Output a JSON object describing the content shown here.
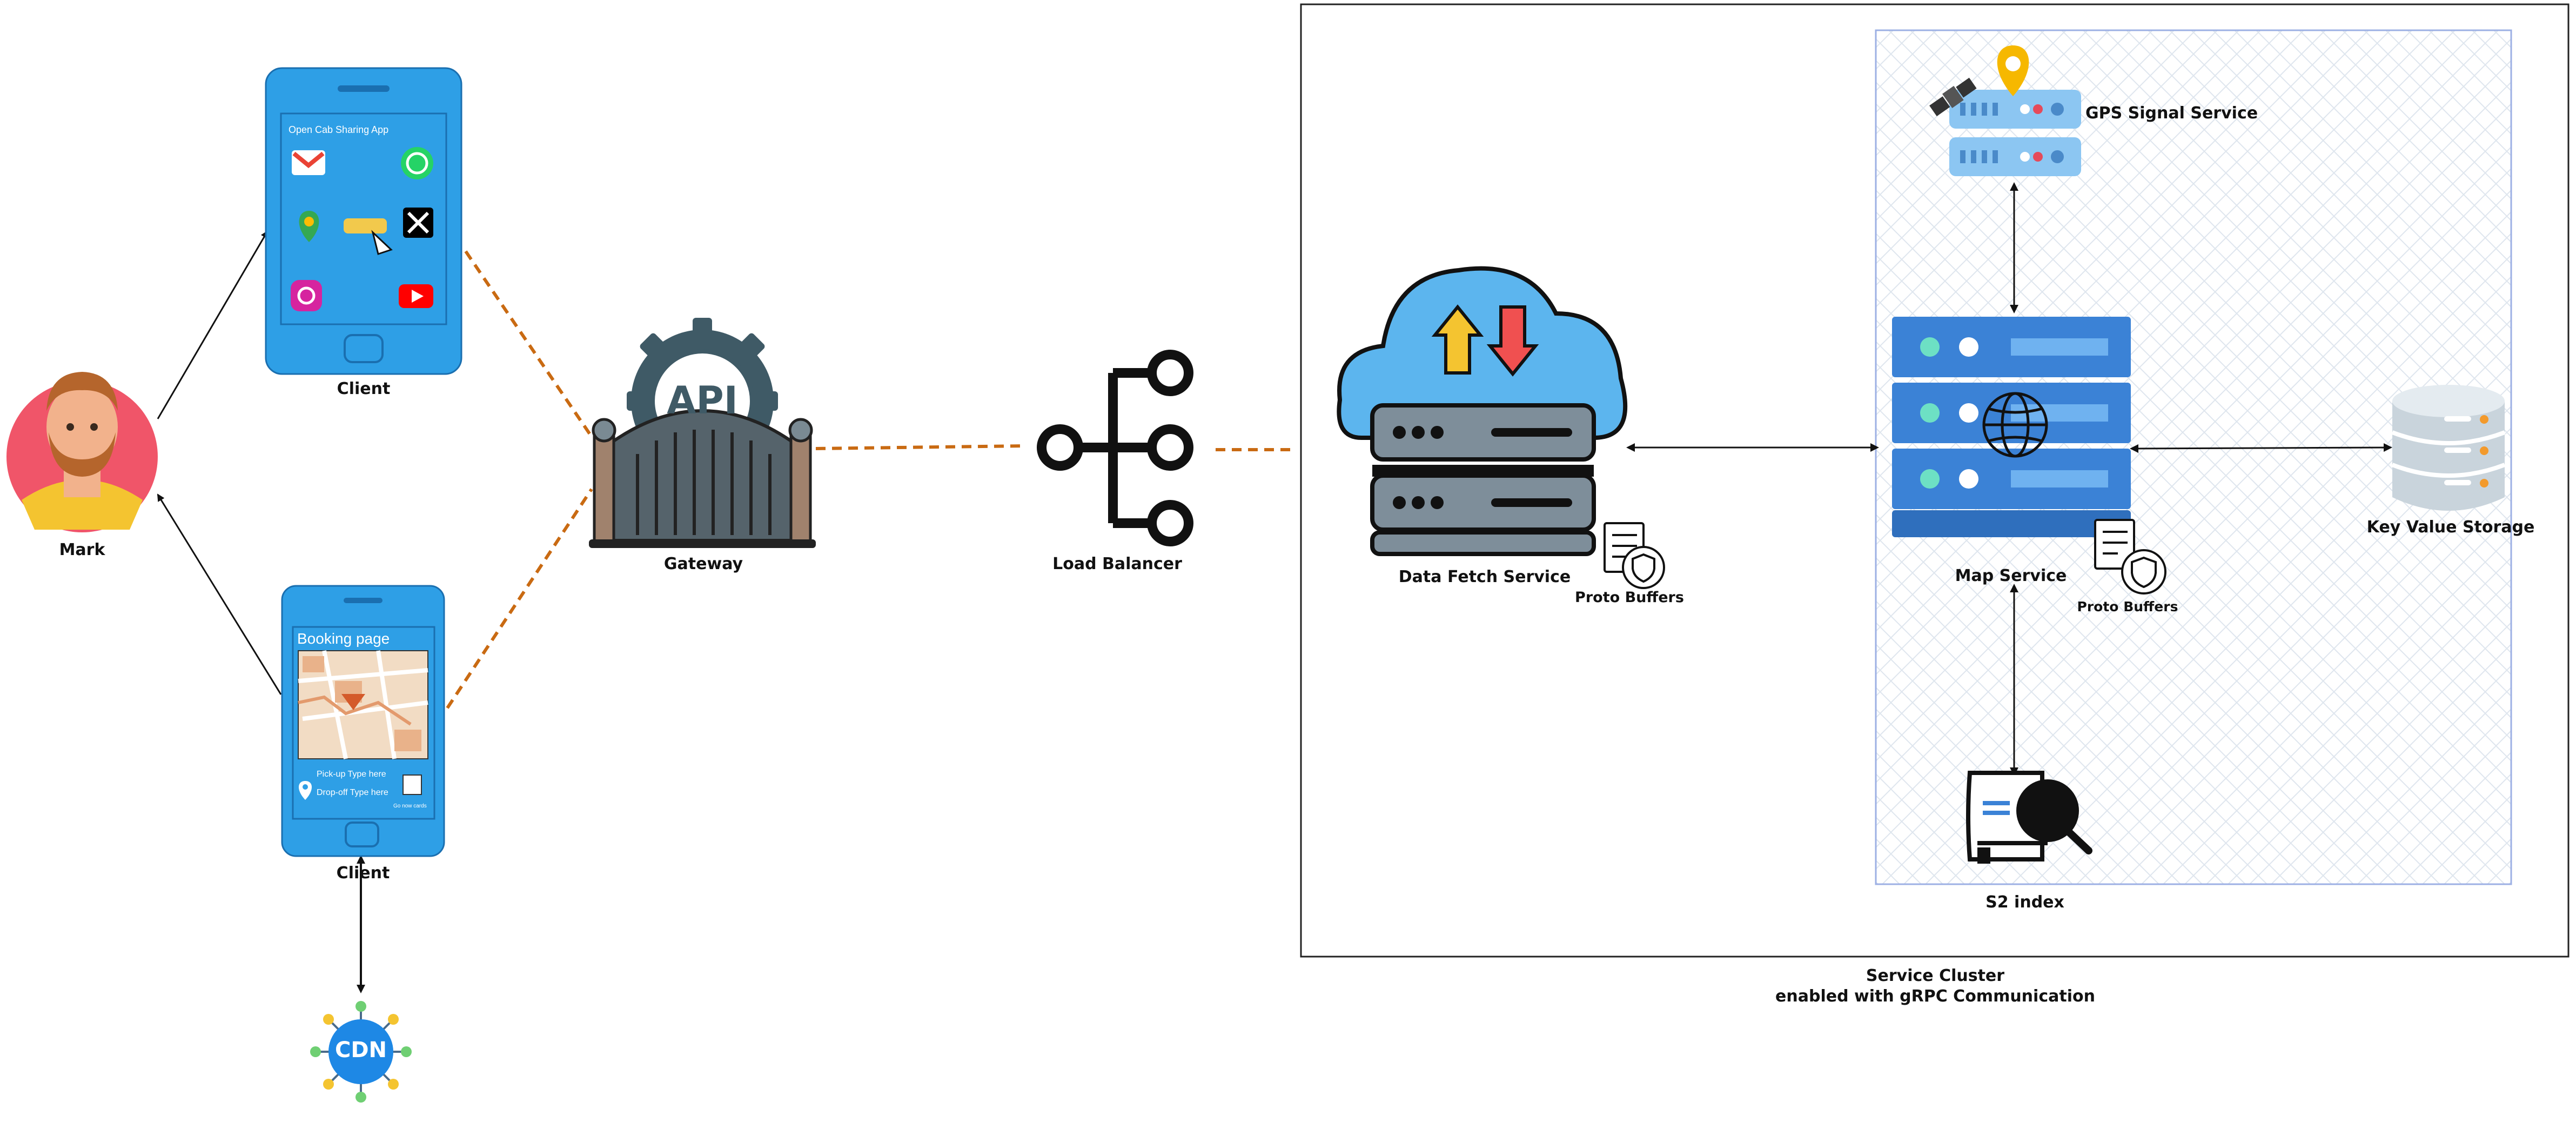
{
  "actors": {
    "user_label": "Mark"
  },
  "clients": {
    "top": {
      "label": "Client",
      "screen_title": "Open Cab Sharing App"
    },
    "bottom": {
      "label": "Client",
      "screen_title": "Booking page",
      "pickup_text": "Pick-up Type here",
      "dropoff_text": "Drop-off Type here",
      "small_note": "Go now cards"
    }
  },
  "cdn": {
    "label": "CDN"
  },
  "gateway": {
    "label": "Gateway",
    "badge": "API"
  },
  "load_balancer": {
    "label": "Load Balancer"
  },
  "services": {
    "data_fetch": "Data Fetch Service",
    "proto_1": "Proto Buffers",
    "gps": "GPS Signal Service",
    "map": "Map Service",
    "proto_2": "Proto Buffers",
    "kv": "Key Value Storage",
    "s2": "S2 index"
  },
  "cluster": {
    "title_line1": "Service Cluster",
    "title_line2": "enabled with gRPC Communication"
  },
  "colors": {
    "phone_blue": "#2e9fe6",
    "server_blue": "#3b82d6",
    "dashed_orange": "#c96a12",
    "cloud_blue": "#5cb5ee"
  }
}
